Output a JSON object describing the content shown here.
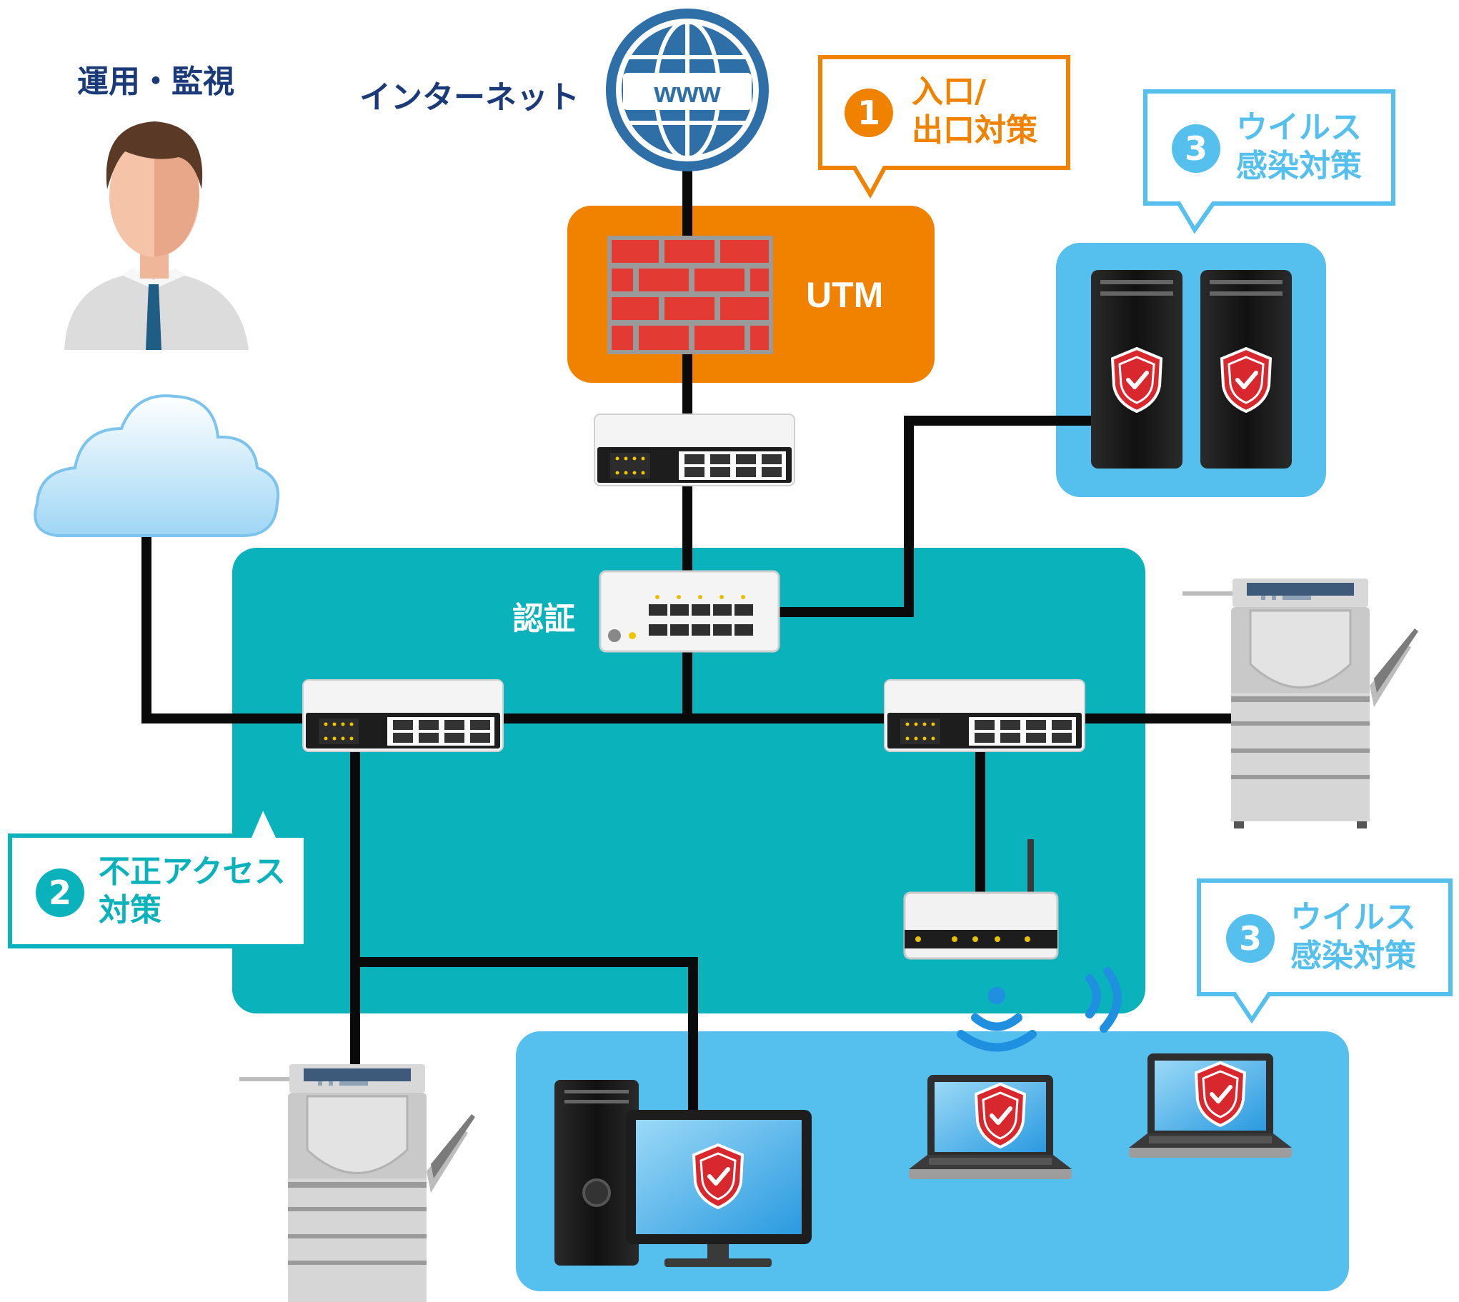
{
  "labels": {
    "ops_monitor": "運用・監視",
    "internet": "インターネット",
    "utm": "UTM",
    "auth": "認証"
  },
  "callouts": {
    "c1": {
      "number": "1",
      "line1": "入口/",
      "line2": "出口対策"
    },
    "c2": {
      "number": "2",
      "line1": "不正アクセス",
      "line2": "対策"
    },
    "c3a": {
      "number": "3",
      "line1": "ウイルス",
      "line2": "感染対策"
    },
    "c3b": {
      "number": "3",
      "line1": "ウイルス",
      "line2": "感染対策"
    }
  },
  "icons": {
    "globe": "www",
    "switch_leds": [
      "1",
      "2",
      "3",
      "4"
    ]
  },
  "colors": {
    "navy": "#1a3a7a",
    "orange": "#f08200",
    "teal": "#0ab2bc",
    "sky": "#55c0ee",
    "line": "#0a0a0a",
    "brick": "#e33a33",
    "shield": "#d8282e"
  }
}
